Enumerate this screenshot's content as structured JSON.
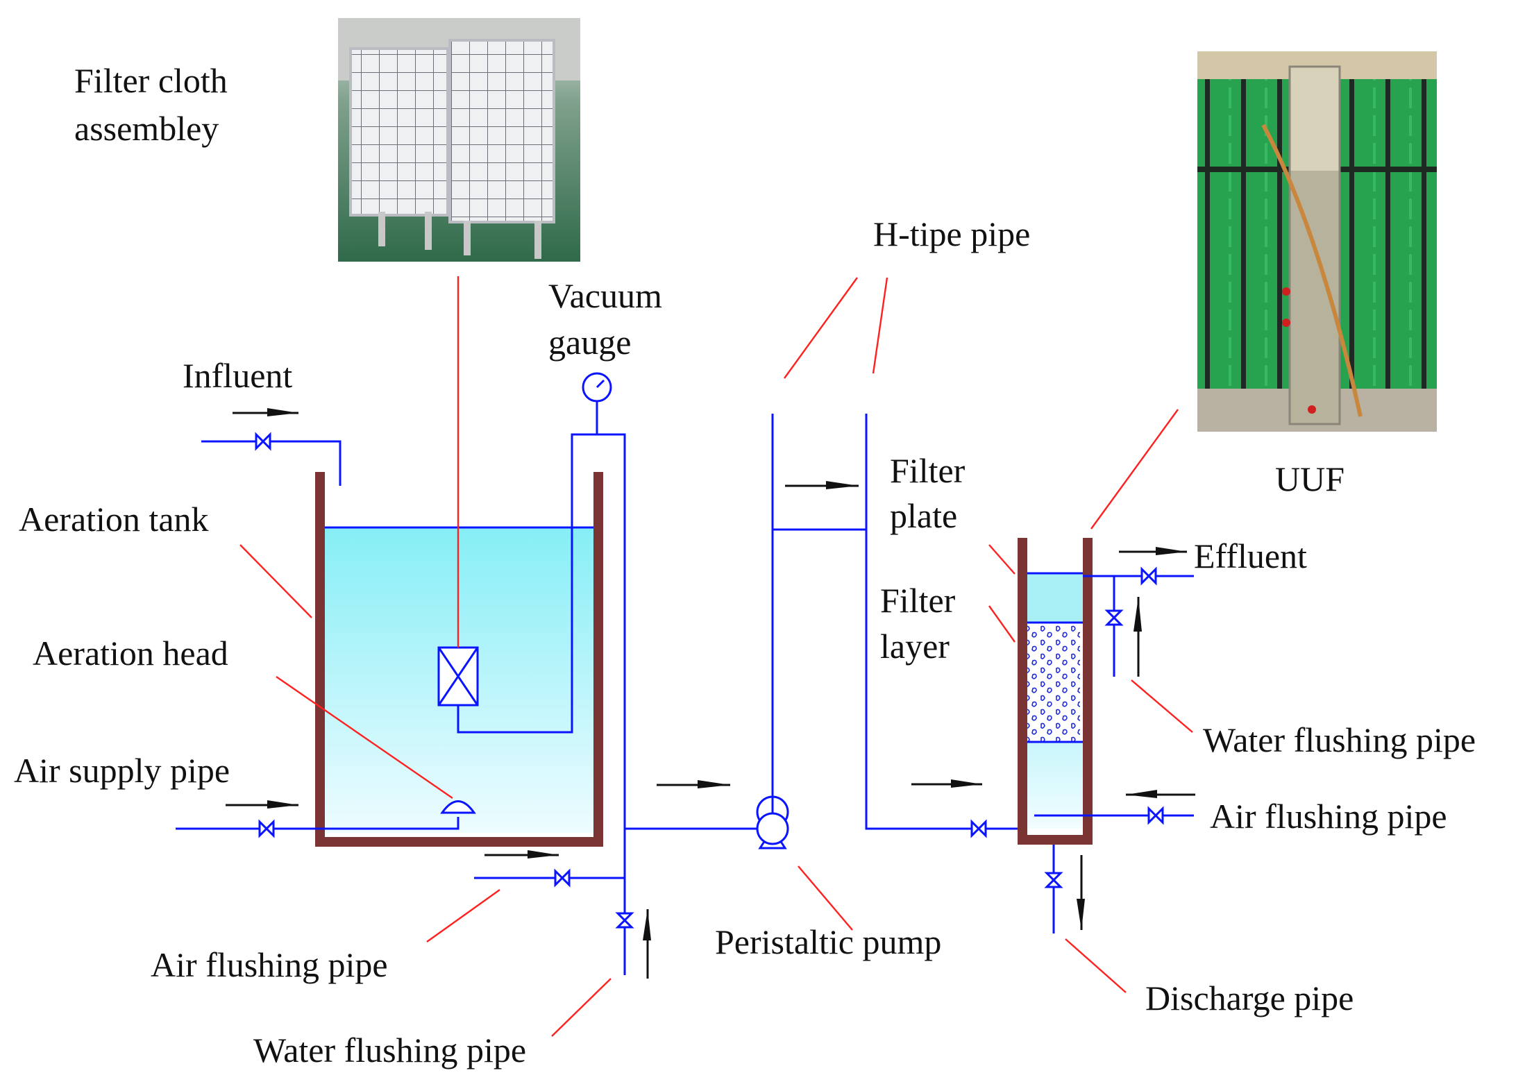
{
  "labels": {
    "filter_cloth_line1": "Filter cloth",
    "filter_cloth_line2": "assembley",
    "vacuum_gauge_line1": "Vacuum",
    "vacuum_gauge_line2": "gauge",
    "h_tipe_pipe": "H-tipe pipe",
    "influent": "Influent",
    "aeration_tank": "Aeration tank",
    "aeration_head": "Aeration head",
    "air_supply_pipe": "Air supply pipe",
    "air_flushing_pipe_left": "Air flushing pipe",
    "water_flushing_pipe_left": "Water flushing pipe",
    "peristaltic_pump": "Peristaltic pump",
    "filter_plate_line1": "Filter",
    "filter_plate_line2": "plate",
    "filter_layer_line1": "Filter",
    "filter_layer_line2": "layer",
    "uuf": "UUF",
    "effluent": "Effluent",
    "water_flushing_pipe_right": "Water flushing pipe",
    "air_flushing_pipe_right": "Air flushing pipe",
    "discharge_pipe": "Discharge pipe"
  },
  "colors": {
    "pipe": "#0a14ff",
    "leader": "#ff2020",
    "tank_wall": "#7b3434",
    "water_top": "#86eef6",
    "water_bottom": "#eefcff",
    "photo_floor": "#3f7a58",
    "photo_fabric": "#2aa852"
  },
  "icons": {
    "valve": "butterfly-valve-icon",
    "pump": "peristaltic-pump-icon",
    "gauge": "vacuum-gauge-icon",
    "filter_module": "filter-cloth-module-icon",
    "aerator": "aeration-head-icon"
  }
}
